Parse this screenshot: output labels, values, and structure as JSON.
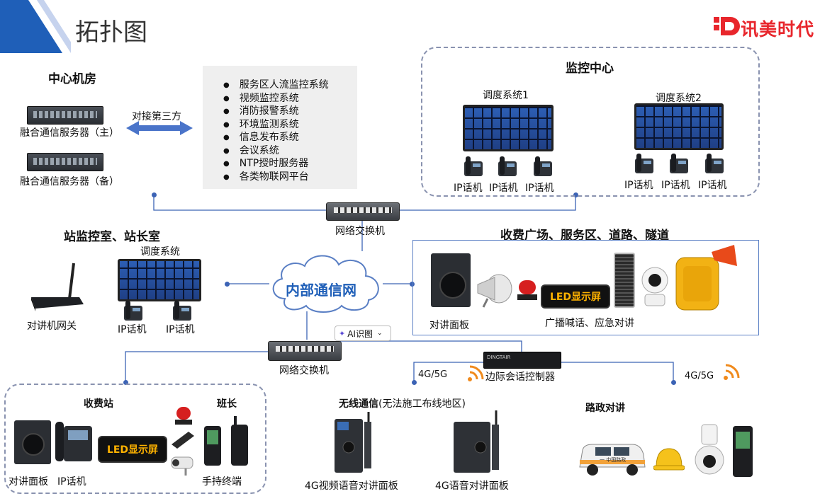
{
  "header": {
    "title": "拓扑图",
    "logo_text": "讯美时代",
    "accent_color": "#1f5fb8",
    "logo_color": "#e8262c"
  },
  "center_room": {
    "title": "中心机房",
    "server_main": "融合通信服务器（主）",
    "server_backup": "融合通信服务器（备）",
    "link_label": "对接第三方"
  },
  "third_party": {
    "systems": [
      "服务区人流监控系统",
      "视频监控系统",
      "消防报警系统",
      "环境监测系统",
      "信息发布系统",
      "会议系统",
      "NTP授时服务器",
      "各类物联网平台"
    ]
  },
  "monitor_center": {
    "title": "监控中心",
    "dispatch1": "调度系统1",
    "dispatch2": "调度系统2",
    "phones": [
      "IP话机",
      "IP话机",
      "IP话机",
      "IP话机",
      "IP话机",
      "IP话机"
    ]
  },
  "top_switch": {
    "label": "网络交换机"
  },
  "station_room": {
    "title": "站监控室、站长室",
    "dispatch": "调度系统",
    "phones": [
      "IP话机",
      "IP话机"
    ],
    "gateway": "对讲机网关"
  },
  "network": {
    "label": "内部通信网",
    "ai_button": "AI识图"
  },
  "toll_plaza": {
    "title": "收费广场、服务区、道路、隧道",
    "intercom": "对讲面板",
    "led": "LED显示屏",
    "broadcast": "广播喊话、应急对讲"
  },
  "bottom_switch": {
    "label": "网络交换机"
  },
  "edge_controller": {
    "label": "边际会话控制器",
    "brand": "DINGTAIR",
    "left_4g": "4G/5G",
    "right_4g": "4G/5G"
  },
  "toll_station": {
    "title": "收费站",
    "leader": "班长",
    "intercom": "对讲面板",
    "phone": "IP话机",
    "led": "LED显示屏",
    "handheld": "手持终端"
  },
  "wireless": {
    "title": "无线通信",
    "subtitle": "(无法施工布线地区)",
    "video_panel": "4G视频语音对讲面板",
    "voice_panel": "4G语音对讲面板"
  },
  "road": {
    "title": "路政对讲",
    "van_text": "一 中国路政"
  }
}
